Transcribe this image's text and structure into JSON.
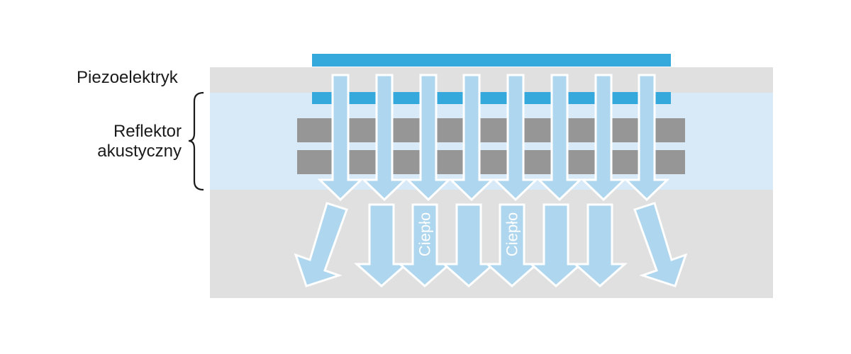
{
  "labels": {
    "piezoelectric": "Piezoelektryk",
    "reflector_line1": "Reflektor",
    "reflector_line2": "akustyczny",
    "heat": "Ciepło"
  },
  "colors": {
    "substrate": "#e0e0e0",
    "reflector_band": "#d8e9f7",
    "electrode": "#35a9dc",
    "mirror_layer": "#969696",
    "arrow_fill": "#aed7ef",
    "arrow_stroke": "#ffffff"
  }
}
